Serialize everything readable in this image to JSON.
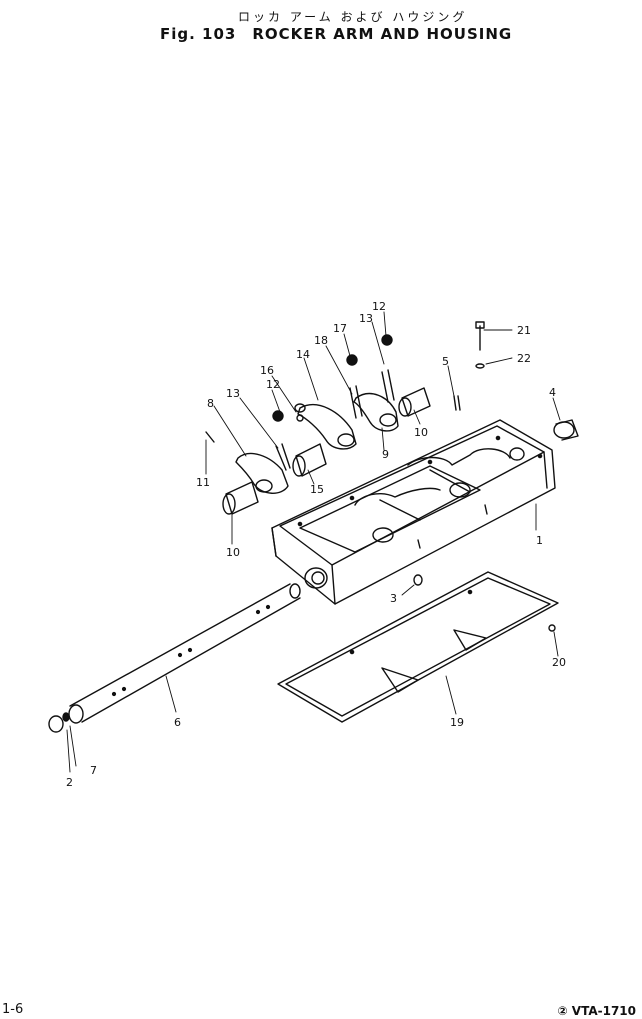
{
  "title": {
    "japanese": "ロッカ アーム および ハウジング",
    "fig": "Fig. 103",
    "english": "ROCKER ARM AND HOUSING"
  },
  "part_numbers": [
    "1",
    "2",
    "3",
    "4",
    "5",
    "6",
    "7",
    "8",
    "9",
    "10",
    "10",
    "11",
    "12",
    "12",
    "13",
    "13",
    "14",
    "15",
    "16",
    "17",
    "18",
    "19",
    "20",
    "21",
    "22"
  ],
  "footer": {
    "page": "1-6",
    "code": "② VTA-1710"
  }
}
